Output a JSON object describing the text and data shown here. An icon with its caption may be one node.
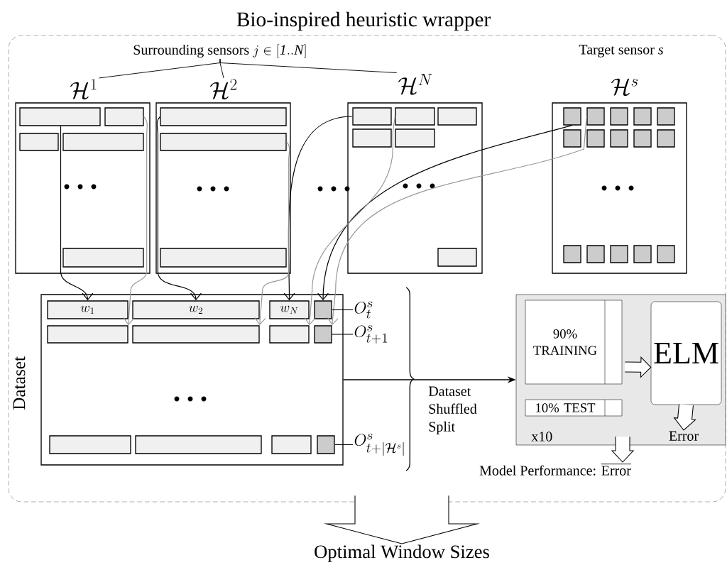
{
  "diagram": {
    "nodes": [
      {
        "text": [
          "Bio-inspired heuristic wrapper"
        ]
      },
      {
        "text": [
          "\\text{Surrounding sensors }j\\in[\\mathit{1..N}]"
        ],
        "in": 0
      },
      {
        "text": [
          "\\mathcal{H}^1"
        ],
        "in": 0
      },
      {
        "text": [
          "\\mathcal{H}^2"
        ],
        "in": 0
      },
      {
        "text": [
          "\\mathcal{H}^N"
        ],
        "in": 0
      },
      {
        "text": [
          "\\mathcal{H}^s"
        ],
        "beside": [
          "Target sensor *s*"
        ],
        "in": 0
      },
      {
        "text": [],
        "shape": "box",
        "in": 2
      },
      {
        "text": [],
        "shape": "box",
        "in": 2
      },
      {
        "text": [],
        "shape": "box",
        "in": 2
      },
      {
        "text": [],
        "shape": "box",
        "in": 2
      },
      {
        "text": [],
        "shape": "box",
        "in": 2
      },
      {
        "text": [],
        "shape": "box",
        "in": 3
      },
      {
        "text": [],
        "shape": "box",
        "in": 3
      },
      {
        "text": [],
        "shape": "box",
        "in": 3
      },
      {
        "text": [],
        "shape": "box",
        "in": 4
      },
      {
        "text": [],
        "shape": "box",
        "in": 4
      },
      {
        "text": [],
        "shape": "box",
        "in": 4
      },
      {
        "text": [],
        "shape": "box",
        "in": 4
      },
      {
        "text": [],
        "shape": "box",
        "in": 4
      },
      {
        "text": [],
        "shape": "box",
        "in": 4
      },
      {
        "text": [],
        "shape": "box",
        "in": 5
      },
      {
        "text": [],
        "shape": "box",
        "in": 5
      },
      {
        "text": [],
        "shape": "box",
        "in": 5
      },
      {
        "text": [],
        "shape": "box",
        "in": 5
      },
      {
        "text": [],
        "shape": "box",
        "in": 5
      },
      {
        "text": [],
        "shape": "box",
        "in": 5
      },
      {
        "text": [],
        "shape": "box",
        "in": 5
      },
      {
        "text": [],
        "shape": "box",
        "in": 5
      },
      {
        "text": [],
        "shape": "box",
        "in": 5
      },
      {
        "text": [],
        "shape": "box",
        "in": 5
      },
      {
        "text": [],
        "shape": "box",
        "in": 5
      },
      {
        "text": [],
        "shape": "box",
        "in": 5
      },
      {
        "text": [],
        "shape": "box",
        "in": 5
      },
      {
        "text": [],
        "shape": "box",
        "in": 5
      },
      {
        "text": [],
        "shape": "box",
        "in": 5
      },
      {
        "text": [
          "Dataset"
        ],
        "in": 0
      },
      {
        "text": [
          "w_1"
        ],
        "in": 35
      },
      {
        "text": [
          "w_2"
        ],
        "in": 35
      },
      {
        "text": [
          "w_N"
        ],
        "in": 35
      },
      {
        "text": [],
        "shape": "box",
        "in": 35
      },
      {
        "text": [],
        "shape": "box",
        "in": 35
      },
      {
        "text": [],
        "shape": "box",
        "in": 35
      },
      {
        "text": [],
        "shape": "box",
        "in": 35
      },
      {
        "text": [],
        "shape": "box",
        "in": 35
      },
      {
        "text": [],
        "shape": "box",
        "in": 35
      },
      {
        "text": [],
        "shape": "box",
        "in": 35
      },
      {
        "text": [],
        "shape": "box",
        "in": 35
      },
      {
        "text": [],
        "shape": "box",
        "in": 35
      },
      {
        "text": [
          "O^s_t"
        ],
        "in": 0
      },
      {
        "text": [
          "O^s_{t+1}"
        ],
        "in": 0
      },
      {
        "text": [
          "O^s_{t+|\\mathcal{H}^s|}"
        ],
        "in": 0
      },
      {
        "text": [
          "x10"
        ],
        "in": 0
      },
      {
        "text": [
          "90% TRAINING"
        ],
        "in": 51
      },
      {
        "text": [
          "10% TEST"
        ],
        "in": 51
      },
      {
        "text": [
          "ELM"
        ],
        "in": 51
      },
      {
        "text": [
          "Error"
        ],
        "in": 51
      },
      {
        "text": [
          "\\text{Model Performance: }\\overline{\\text{Error}}"
        ],
        "in": 0
      },
      {
        "text": [
          "Optimal Window Sizes"
        ]
      }
    ],
    "edges": [
      {
        "from": 1,
        "to": 2,
        "arrow": "none"
      },
      {
        "from": 1,
        "to": 3,
        "arrow": "none"
      },
      {
        "from": 1,
        "to": 4,
        "arrow": "none"
      },
      {
        "from": 6,
        "to": 36,
        "arrow": "to"
      },
      {
        "from": 11,
        "to": 37,
        "arrow": "to"
      },
      {
        "from": 14,
        "to": 38,
        "arrow": "to"
      },
      {
        "from": 20,
        "to": 39,
        "arrow": "to"
      },
      {
        "from": 7,
        "to": 40,
        "arrow": "to",
        "color": "#999999"
      },
      {
        "from": 12,
        "to": 41,
        "arrow": "to",
        "color": "#999999"
      },
      {
        "from": 15,
        "to": 42,
        "arrow": "to",
        "color": "#999999"
      },
      {
        "from": 21,
        "to": 43,
        "arrow": "to",
        "color": "#999999"
      },
      {
        "from": 48,
        "to": 39,
        "arrow": "none"
      },
      {
        "from": 49,
        "to": 43,
        "arrow": "none"
      },
      {
        "from": 50,
        "to": 47,
        "arrow": "none"
      },
      {
        "from": 35,
        "to": 51,
        "arrow": "to",
        "label": "Dataset Shuffled Split"
      },
      {
        "from": 52,
        "to": 54,
        "arrow": "to",
        "style": "thick"
      },
      {
        "from": 54,
        "to": 55,
        "arrow": "to",
        "style": "thick"
      },
      {
        "from": 51,
        "to": 56,
        "arrow": "to",
        "style": "thick"
      },
      {
        "from": 0,
        "to": 57,
        "arrow": "to",
        "style": "thick"
      }
    ]
  }
}
